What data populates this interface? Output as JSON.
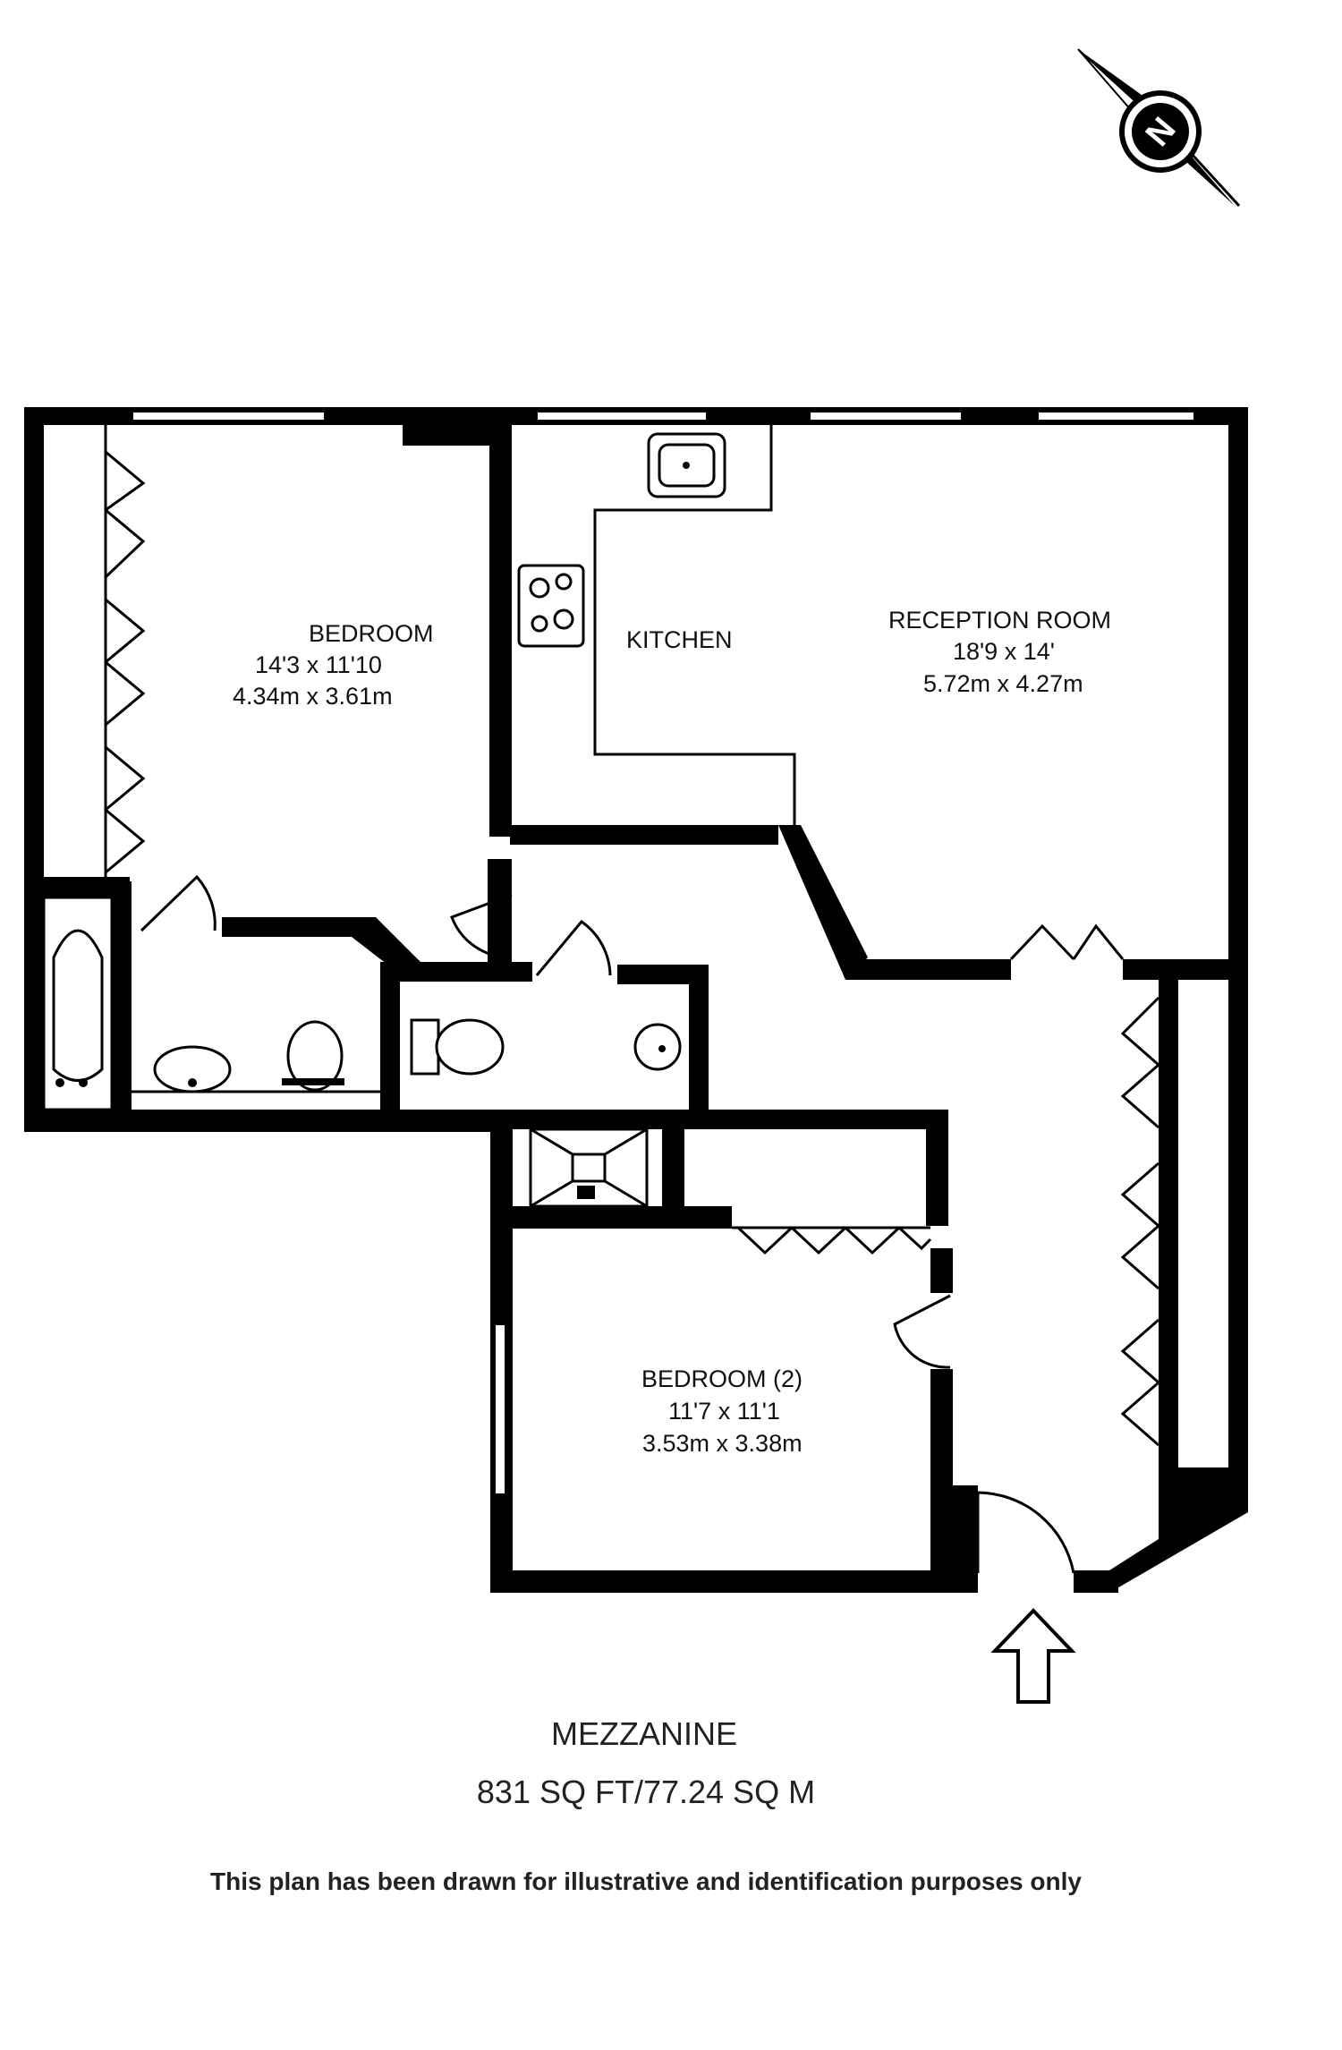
{
  "rooms": {
    "bedroom": {
      "name": "BEDROOM",
      "imperial": "14'3 x 11'10",
      "metric": "4.34m x 3.61m"
    },
    "kitchen": {
      "name": "KITCHEN"
    },
    "reception": {
      "name": "RECEPTION ROOM",
      "imperial": "18'9 x 14'",
      "metric": "5.72m x 4.27m"
    },
    "bedroom2": {
      "name": "BEDROOM (2)",
      "imperial": "11'7 x 11'1",
      "metric": "3.53m x 3.38m"
    }
  },
  "floor": {
    "name": "MEZZANINE",
    "area": "831 SQ FT/77.24 SQ M"
  },
  "disclaimer": "This plan has been drawn for illustrative and identification  purposes only",
  "compass": {
    "letter": "N",
    "icon": "north-compass-icon"
  },
  "colors": {
    "wall": "#000000",
    "background": "#ffffff"
  }
}
